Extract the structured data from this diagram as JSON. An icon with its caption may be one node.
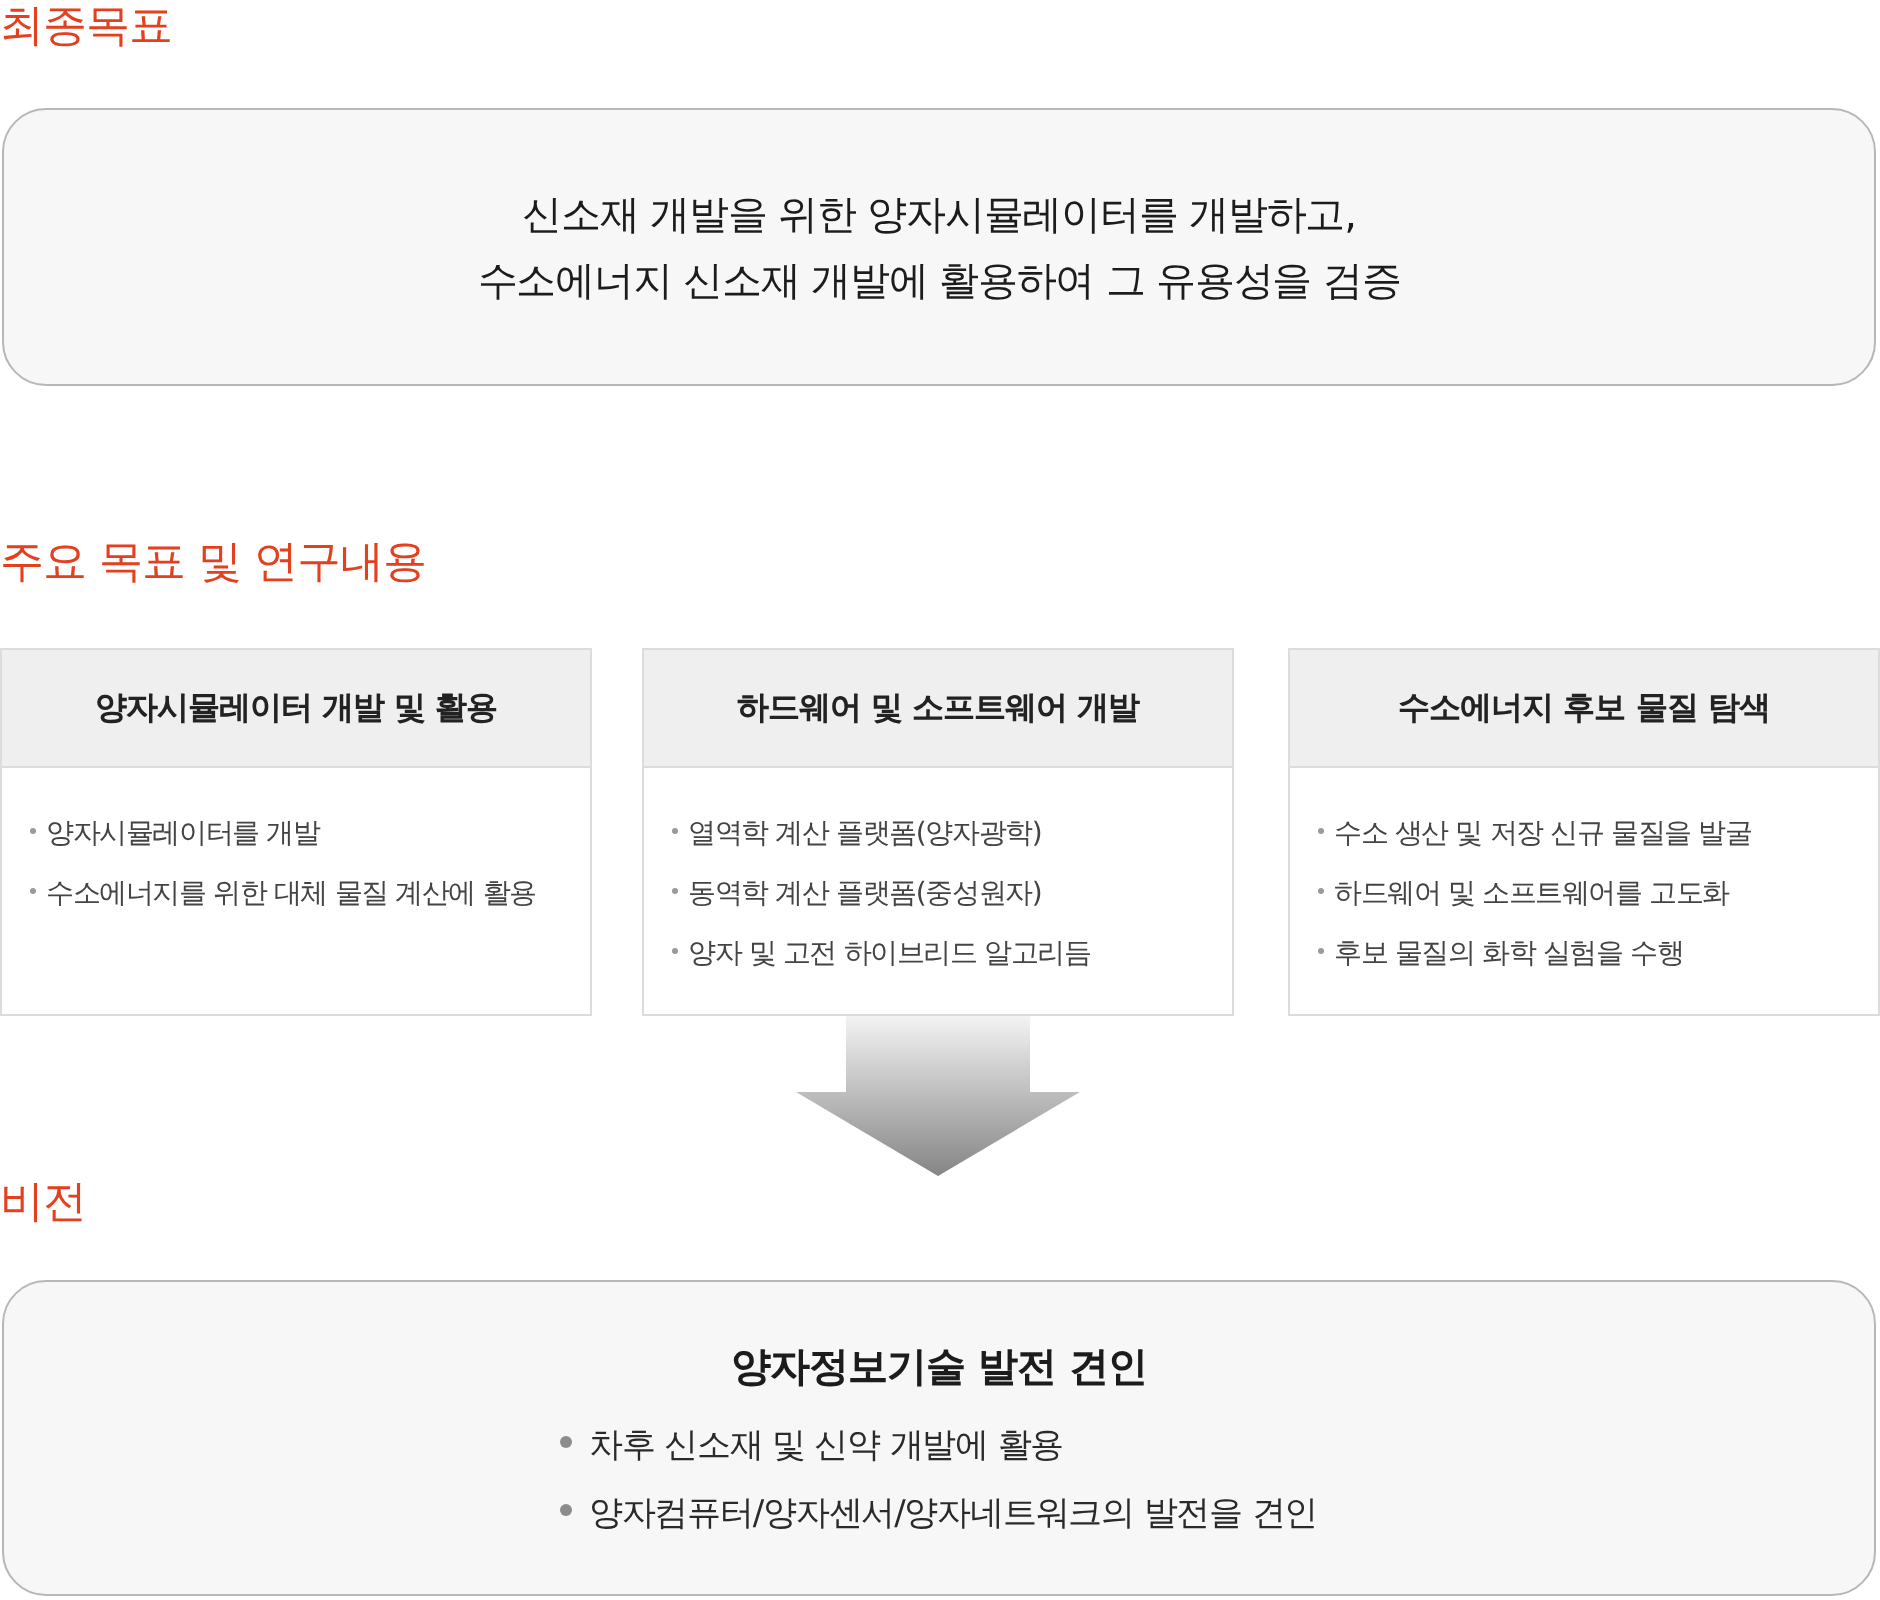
{
  "diagram": {
    "nodes": [
      {
        "text": [
          "최종목표",
          "신소재 개발을 위한 양자시뮬레이터를 개발하고, 수소에너지 신소재 개발에 활용하여 그 유용성을 검증"
        ]
      },
      {
        "text": [
          "양자시뮬레이터 개발 및 활용",
          "양자시뮬레이터를 개발",
          "수소에너지를 위한 대체 물질 계산에 활용"
        ]
      },
      {
        "text": [
          "하드웨어 및 소프트웨어 개발",
          "열역학 계산 플랫폼(양자광학)",
          "동역학 계산 플랫폼(중성원자)",
          "양자 및 고전 하이브리드 알고리듬"
        ]
      },
      {
        "text": [
          "수소에너지 후보 물질 탐색",
          "수소 생산 및 저장 신규 물질을 발굴",
          "하드웨어 및 소프트웨어를 고도화",
          "후보 물질의 화학 실험을 수행"
        ]
      },
      {
        "text": [
          "비전",
          "양자정보기술 발전 견인",
          "차후 신소재 및 신약 개발에 활용",
          "양자컴퓨터/양자센서/양자네트워크의 발전을 견인"
        ]
      }
    ],
    "edges": [
      {
        "from": 2,
        "to": 4,
        "arrow": "to"
      }
    ],
    "labels": [
      "주요 목표 및 연구내용"
    ]
  }
}
